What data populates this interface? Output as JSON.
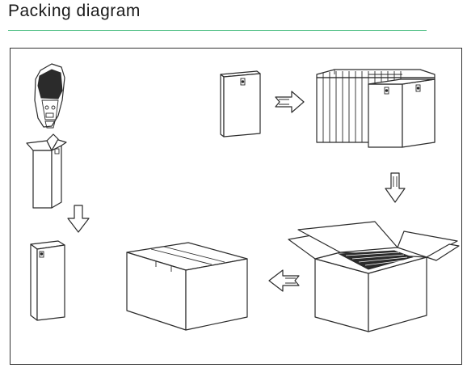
{
  "header": {
    "title": "Packing diagram",
    "accent_color": "#3cb878"
  },
  "steps": [
    {
      "name": "street-light-fixture"
    },
    {
      "name": "inner-box-open"
    },
    {
      "name": "inner-box-sealed"
    },
    {
      "name": "inner-box-stack"
    },
    {
      "name": "outer-carton-open"
    },
    {
      "name": "outer-carton-sealed"
    }
  ],
  "icons": [
    "arrow-right-icon",
    "arrow-down-icon",
    "arrow-left-icon"
  ]
}
